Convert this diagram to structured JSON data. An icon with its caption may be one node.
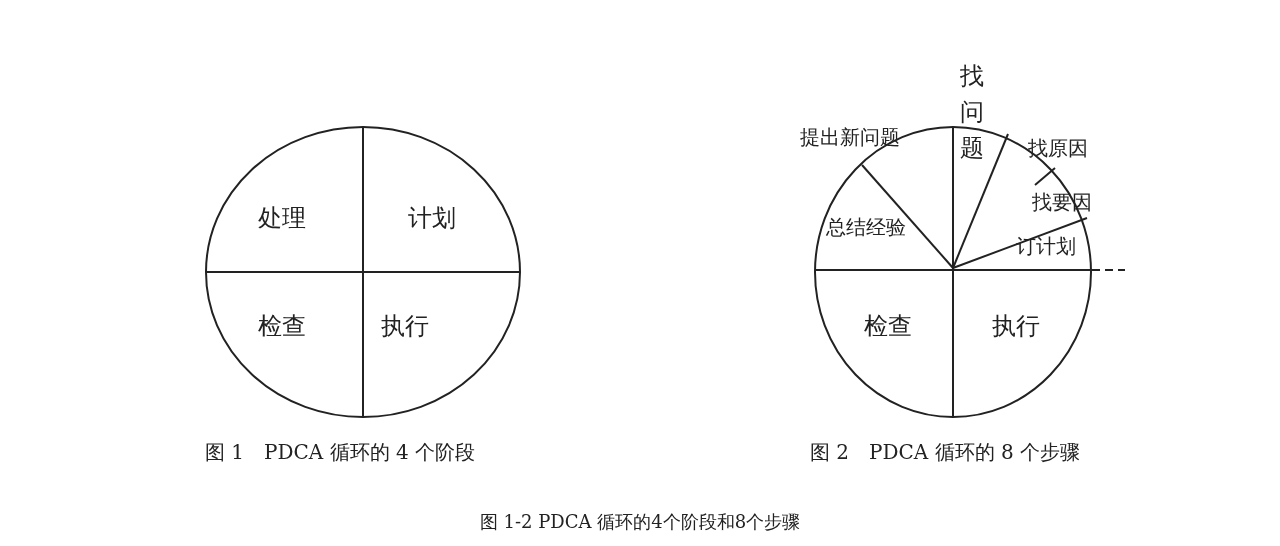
{
  "diagram": {
    "caption": "图 1-2 PDCA 循环的4个阶段和8个步骤",
    "labels": [
      "处理",
      "计划",
      "检查",
      "执行",
      "图 1　PDCA 循环的 4 个阶段",
      "找问题",
      "提出新问题",
      "找原因",
      "找要因",
      "总结经验",
      "订计划",
      "检查",
      "执行",
      "图 2　PDCA 循环的 8 个步骤"
    ]
  }
}
